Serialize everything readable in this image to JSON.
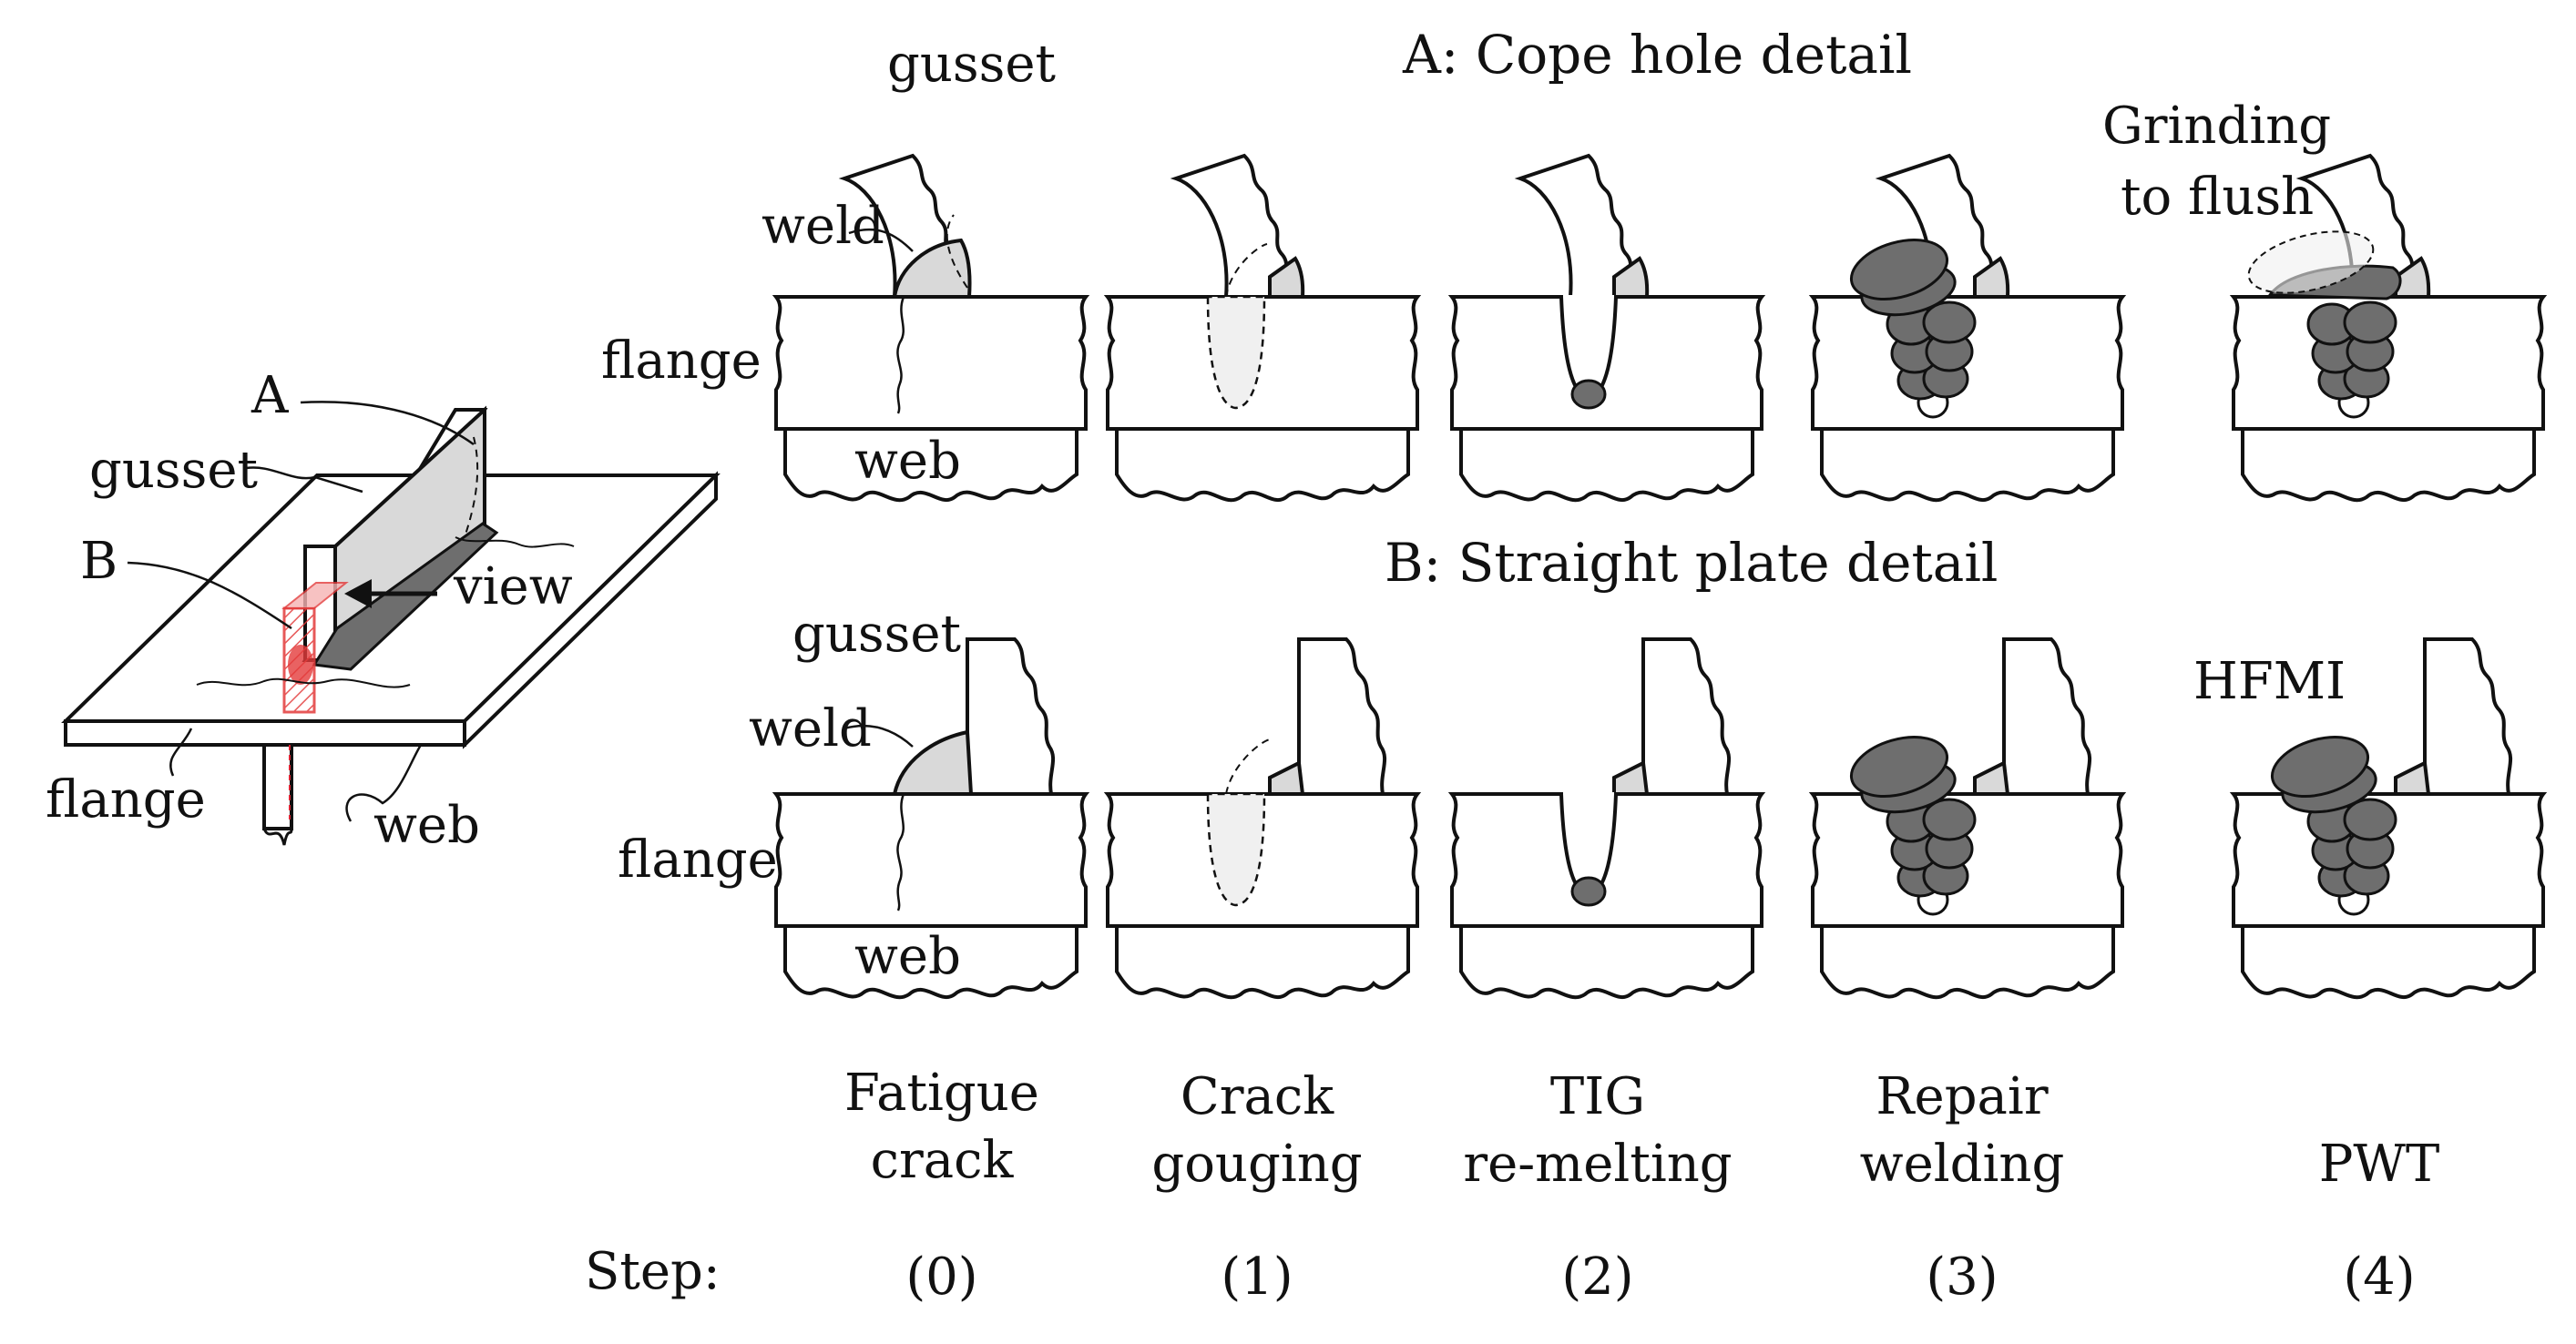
{
  "labels": {
    "iso_a": "A",
    "iso_gusset": "gusset",
    "iso_b": "B",
    "iso_view": "view",
    "iso_flange": "flange",
    "iso_web": "web",
    "title_a": "A: Cope hole detail",
    "title_b": "B: Straight plate detail",
    "row_a_gusset": "gusset",
    "row_a_weld": "weld",
    "row_a_flange": "flange",
    "row_a_web": "web",
    "row_b_gusset": "gusset",
    "row_b_weld": "weld",
    "row_b_flange": "flange",
    "row_b_web": "web",
    "grinding_line1": "Grinding",
    "grinding_line2": "to flush",
    "hfmi": "HFMI"
  },
  "steps": {
    "label": "Step:",
    "items": [
      {
        "number": "(0)",
        "line1": "Fatigue",
        "line2": "crack"
      },
      {
        "number": "(1)",
        "line1": "Crack",
        "line2": "gouging"
      },
      {
        "number": "(2)",
        "line1": "TIG",
        "line2": "re-melting"
      },
      {
        "number": "(3)",
        "line1": "Repair",
        "line2": "welding"
      },
      {
        "number": "(4)",
        "line1": "",
        "line2": "PWT"
      }
    ]
  },
  "colors": {
    "stroke": "#111111",
    "weld_fill": "#d9d9d9",
    "bead_fill": "#6e6e6e",
    "gouge_fill": "#f0f0f0",
    "highlight_red": "#e33b3b"
  }
}
